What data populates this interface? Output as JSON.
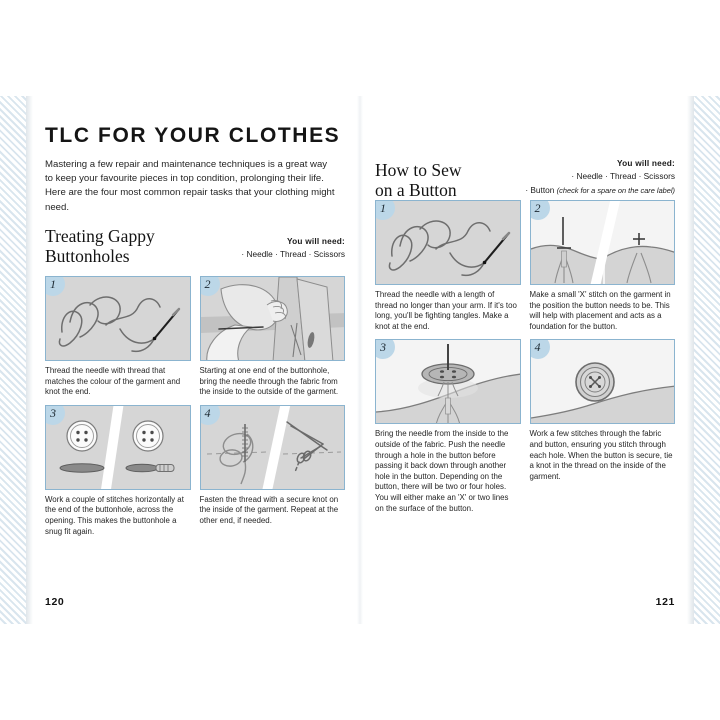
{
  "book": {
    "left_page": {
      "folio": "120",
      "main_title": "TLC FOR YOUR CLOTHES",
      "intro": "Mastering a few repair and maintenance techniques is a great way to keep your favourite pieces in top condition, prolonging their life. Here are the four most common repair tasks that your clothing might need.",
      "section_title_line1": "Treating Gappy",
      "section_title_line2": "Buttonholes",
      "needs_heading": "You will need:",
      "needs_line1": "· Needle · Thread · Scissors",
      "steps": [
        {
          "number": "1",
          "caption": "Thread the needle with thread that matches the colour of the garment and knot the end.",
          "illustration": "needle-and-thread"
        },
        {
          "number": "2",
          "caption": "Starting at one end of the buttonhole, bring the needle through the fabric from the inside to the outside of the garment.",
          "illustration": "hands-stitching-buttonhole"
        },
        {
          "number": "3",
          "caption": "Work a couple of stitches horizontally at the end of the buttonhole, across the opening. This makes the buttonhole a snug fit again.",
          "illustration": "two-buttons-with-buttonholes"
        },
        {
          "number": "4",
          "caption": "Fasten the thread with a secure knot on the inside of the garment. Repeat at the other end, if needed.",
          "illustration": "knot-and-scissors"
        }
      ]
    },
    "right_page": {
      "folio": "121",
      "section_title_line1": "How to Sew",
      "section_title_line2": "on a Button",
      "needs_heading": "You will need:",
      "needs_line1": "· Needle · Thread · Scissors",
      "needs_line2_prefix": "· Button ",
      "needs_line2_italic": "(check for a spare on the care label)",
      "steps": [
        {
          "number": "1",
          "caption": "Thread the needle with a length of thread no longer than your arm. If it's too long, you'll be fighting tangles. Make a knot at the end.",
          "illustration": "needle-and-thread"
        },
        {
          "number": "2",
          "caption": "Make a small 'X' stitch on the garment in the position the button needs to be. This will help with placement and acts as a foundation for the button.",
          "illustration": "x-stitch-on-fabric"
        },
        {
          "number": "3",
          "caption": "Bring the needle from the inside to the outside of the fabric. Push the needle through a hole in the button before passing it back down through another hole in the button. Depending on the button, there will be two or four holes. You will either make an 'X' or two lines on the surface of the button.",
          "illustration": "needle-through-button-holes"
        },
        {
          "number": "4",
          "caption": "Work a few stitches through the fabric and button, ensuring you stitch through each hole. When the button is secure, tie a knot in the thread on the inside of the garment.",
          "illustration": "finished-sewn-button"
        }
      ]
    },
    "colors": {
      "panel_border": "#8bb4cf",
      "badge": "#bcd7e8",
      "panel_fill": "#d6d6d6",
      "page_edge_stripe": "#d9e5ee",
      "text": "#262626"
    }
  }
}
